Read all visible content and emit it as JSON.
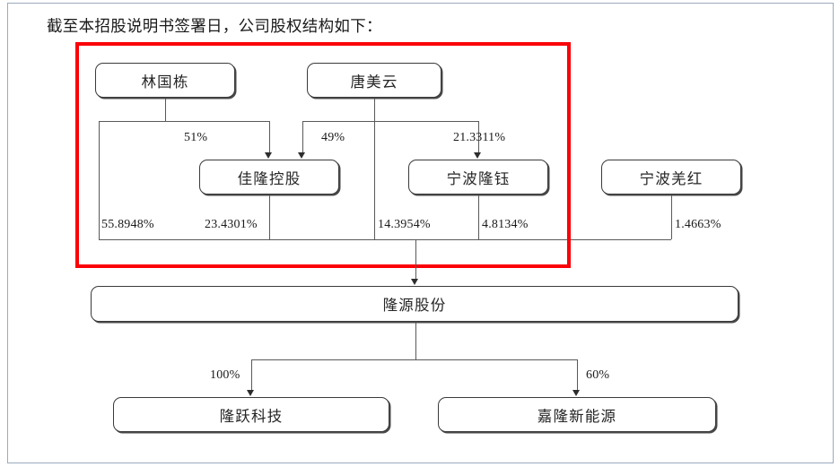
{
  "title": "截至本招股说明书签署日，公司股权结构如下：",
  "highlight_color": "#fb0007",
  "nodes": {
    "lin_guodong": "林国栋",
    "tang_meiyun": "唐美云",
    "jialong_holding": "佳隆控股",
    "ningbo_longyu": "宁波隆钰",
    "ningbo_qianghong": "宁波羌红",
    "longyuan_shares": "隆源股份",
    "longyue_tech": "隆跃科技",
    "jialong_new_energy": "嘉隆新能源"
  },
  "percentages": {
    "lin_to_jialong": "51%",
    "tang_to_jialong": "49%",
    "tang_to_longyu": "21.3311%",
    "lin_direct": "55.8948%",
    "jialong_direct": "23.4301%",
    "tang_direct": "14.3954%",
    "longyu_direct": "4.8134%",
    "qianghong_direct": "1.4663%",
    "longyuan_to_longyue": "100%",
    "longyuan_to_new_energy": "60%"
  },
  "chart_data": {
    "type": "diagram",
    "title": "公司股权结构图",
    "subtype": "ownership-structure",
    "edges": [
      {
        "from": "林国栋",
        "to": "佳隆控股",
        "value": "51%"
      },
      {
        "from": "唐美云",
        "to": "佳隆控股",
        "value": "49%"
      },
      {
        "from": "唐美云",
        "to": "宁波隆钰",
        "value": "21.3311%"
      },
      {
        "from": "林国栋",
        "to": "隆源股份",
        "value": "55.8948%"
      },
      {
        "from": "佳隆控股",
        "to": "隆源股份",
        "value": "23.4301%"
      },
      {
        "from": "唐美云",
        "to": "隆源股份",
        "value": "14.3954%"
      },
      {
        "from": "宁波隆钰",
        "to": "隆源股份",
        "value": "4.8134%"
      },
      {
        "from": "宁波羌红",
        "to": "隆源股份",
        "value": "1.4663%"
      },
      {
        "from": "隆源股份",
        "to": "隆跃科技",
        "value": "100%"
      },
      {
        "from": "隆源股份",
        "to": "嘉隆新能源",
        "value": "60%"
      }
    ]
  }
}
